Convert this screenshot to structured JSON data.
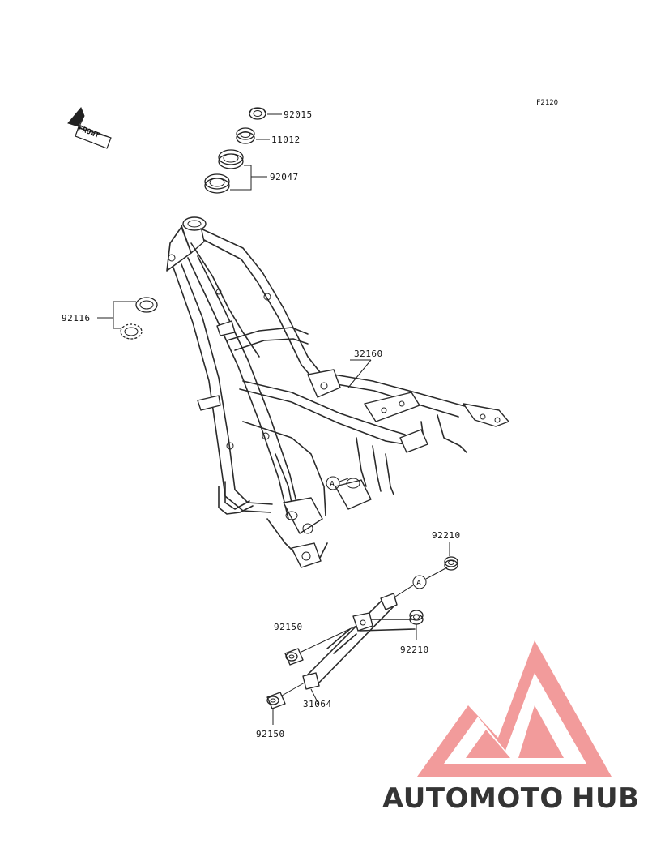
{
  "diagram": {
    "code": "F2120",
    "front_marker": "FRONT",
    "parts": [
      {
        "number": "92015"
      },
      {
        "number": "11012"
      },
      {
        "number": "92047"
      },
      {
        "number": "92116"
      },
      {
        "number": "32160"
      },
      {
        "number": "92210"
      },
      {
        "number": "92150"
      },
      {
        "number": "92210"
      },
      {
        "number": "31064"
      },
      {
        "number": "92150"
      }
    ],
    "reference_mark": "A"
  },
  "watermark": {
    "brand_part1": "AUTO",
    "brand_part2": "MOTO",
    "brand_part3": "HUB",
    "colors": {
      "triangle": "#f08a8a",
      "auto": "#f6b54a",
      "moto": "#f08a8a",
      "hub": "#6b6b6b"
    }
  }
}
